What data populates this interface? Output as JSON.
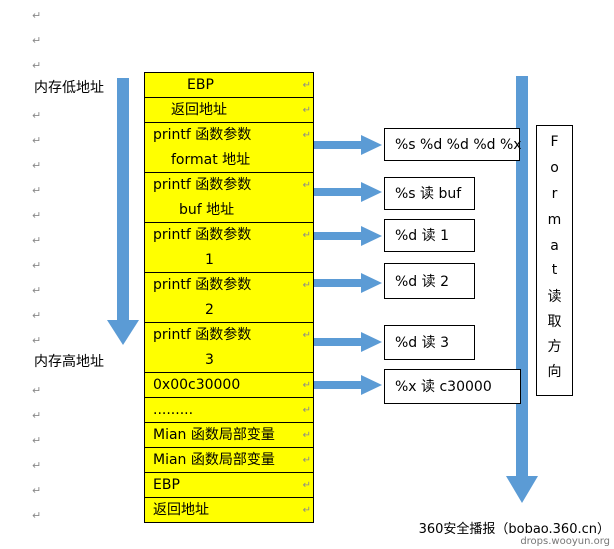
{
  "left_labels": {
    "low": "内存低地址",
    "high": "内存高地址"
  },
  "stack_cells": [
    {
      "line1": "EBP",
      "line2": ""
    },
    {
      "line1": "返回地址",
      "line2": ""
    },
    {
      "line1": "printf 函数参数",
      "line2": "format 地址"
    },
    {
      "line1": "printf 函数参数",
      "line2": "buf 地址"
    },
    {
      "line1": "printf 函数参数",
      "line2": "1"
    },
    {
      "line1": "printf 函数参数",
      "line2": "2"
    },
    {
      "line1": "printf 函数参数",
      "line2": "3"
    },
    {
      "line1": "0x00c30000",
      "line2": ""
    },
    {
      "line1": ".........",
      "line2": ""
    },
    {
      "line1": "Mian 函数局部变量",
      "line2": ""
    },
    {
      "line1": "Mian 函数局部变量",
      "line2": ""
    },
    {
      "line1": "EBP",
      "line2": ""
    },
    {
      "line1": "返回地址",
      "line2": ""
    }
  ],
  "read_boxes": [
    "%s %d %d %d %x",
    "%s  读 buf",
    "%d  读 1",
    "%d  读 2",
    "%d  读 3",
    "%x  读 c30000"
  ],
  "direction_label": [
    "F",
    "o",
    "r",
    "m",
    "a",
    "t",
    "读",
    "取",
    "方",
    "向"
  ],
  "footer": {
    "source": "360安全播报（bobao.360.cn）",
    "watermark": "drops.wooyun.org"
  },
  "colors": {
    "cell_fill": "#ffff00",
    "arrow": "#5b9bd5"
  }
}
